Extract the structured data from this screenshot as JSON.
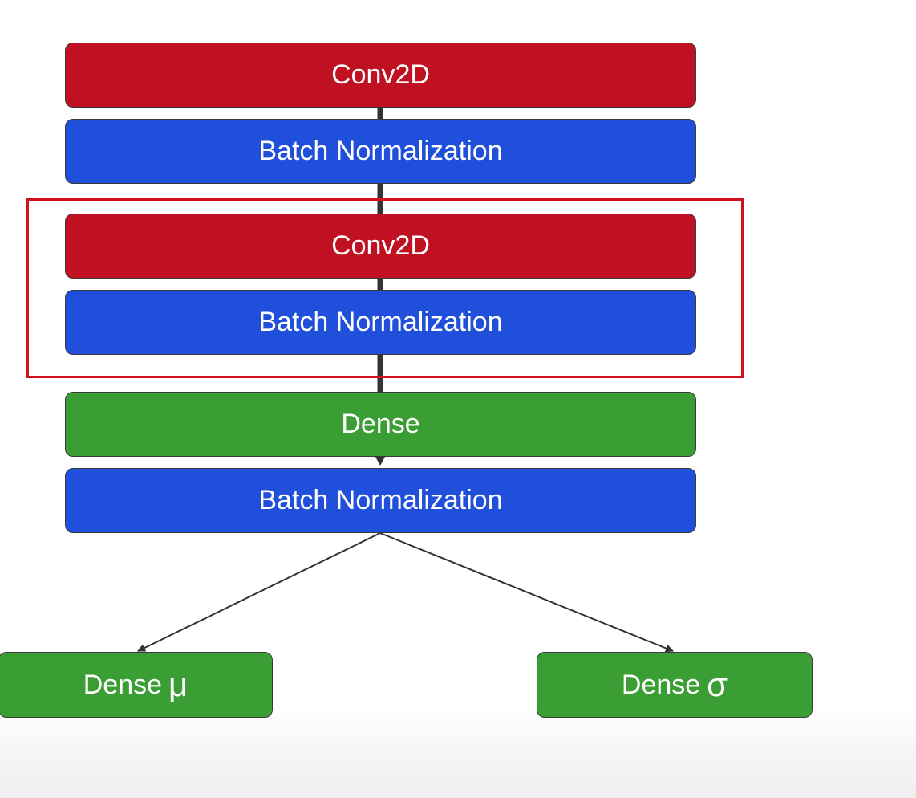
{
  "diagram": {
    "colors": {
      "conv": "#c01123",
      "batch_norm": "#1f4fdb",
      "dense": "#3a9e34",
      "highlight": "#d2101e",
      "connector": "#333333"
    },
    "layers": [
      {
        "type": "conv",
        "label": "Conv2D"
      },
      {
        "type": "batch_norm",
        "label": "Batch Normalization"
      },
      {
        "type": "conv",
        "label": "Conv2D"
      },
      {
        "type": "batch_norm",
        "label": "Batch Normalization"
      },
      {
        "type": "dense",
        "label": "Dense"
      },
      {
        "type": "batch_norm",
        "label": "Batch Normalization"
      }
    ],
    "outputs": [
      {
        "type": "dense",
        "label": "Dense",
        "symbol": "μ"
      },
      {
        "type": "dense",
        "label": "Dense",
        "symbol": "σ"
      }
    ],
    "highlighted_layers": [
      3,
      4
    ]
  }
}
